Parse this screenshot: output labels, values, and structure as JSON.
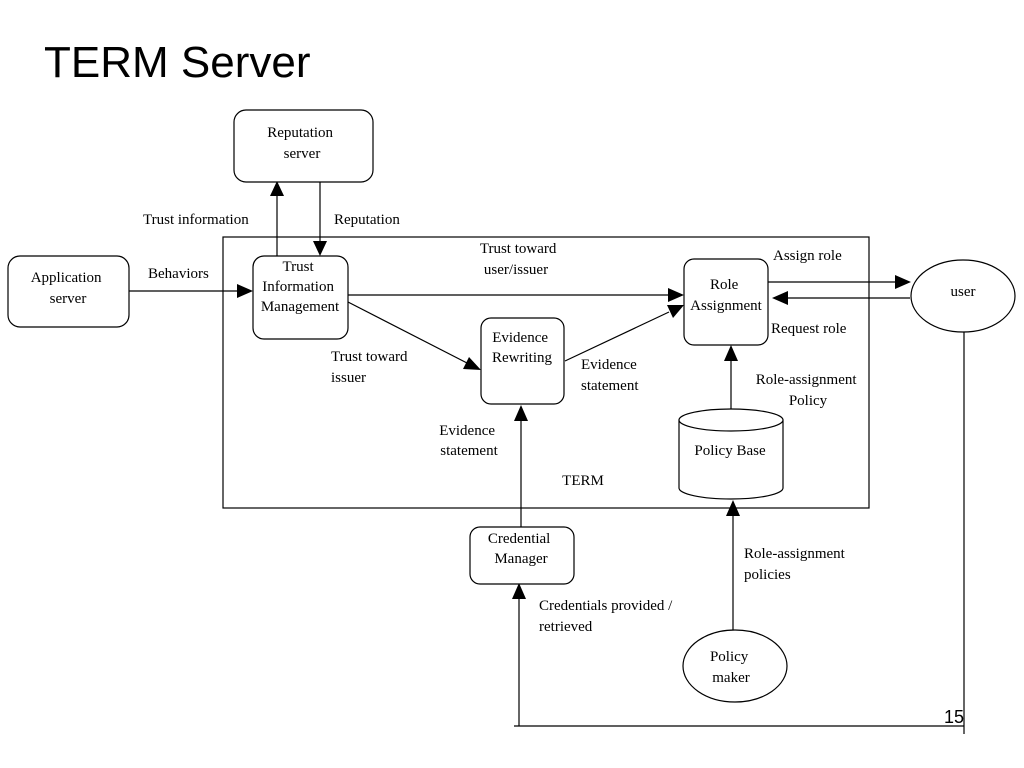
{
  "slide": {
    "title": "TERM Server",
    "page_number": "15"
  },
  "diagram": {
    "container_label": "TERM",
    "nodes": {
      "reputation_server": [
        "Reputation",
        "server"
      ],
      "application_server": [
        "Application",
        "server"
      ],
      "trust_info_mgmt": [
        "Trust",
        "Information",
        "Management"
      ],
      "evidence_rewriting": [
        "Evidence",
        "Rewriting"
      ],
      "role_assignment": [
        "Role",
        "Assignment"
      ],
      "user": [
        "user"
      ],
      "policy_base": [
        "Policy Base"
      ],
      "credential_manager": [
        "Credential",
        "Manager"
      ],
      "policy_maker": [
        "Policy",
        "maker"
      ]
    },
    "edge_labels": {
      "trust_information": [
        "Trust information"
      ],
      "reputation": [
        "Reputation"
      ],
      "behaviors": [
        "Behaviors"
      ],
      "trust_toward_user_issuer": [
        "Trust toward",
        "user/issuer"
      ],
      "trust_toward_issuer": [
        "Trust toward",
        "issuer"
      ],
      "evidence_statement_right": [
        "Evidence",
        "statement"
      ],
      "evidence_statement_left": [
        "Evidence",
        "statement"
      ],
      "assign_role": [
        "Assign role"
      ],
      "request_role": [
        "Request role"
      ],
      "role_assignment_policy": [
        "Role-assignment",
        "Policy"
      ],
      "role_assignment_policies": [
        "Role-assignment",
        "policies"
      ],
      "credentials_provided": [
        "Credentials provided /",
        "retrieved"
      ]
    }
  }
}
